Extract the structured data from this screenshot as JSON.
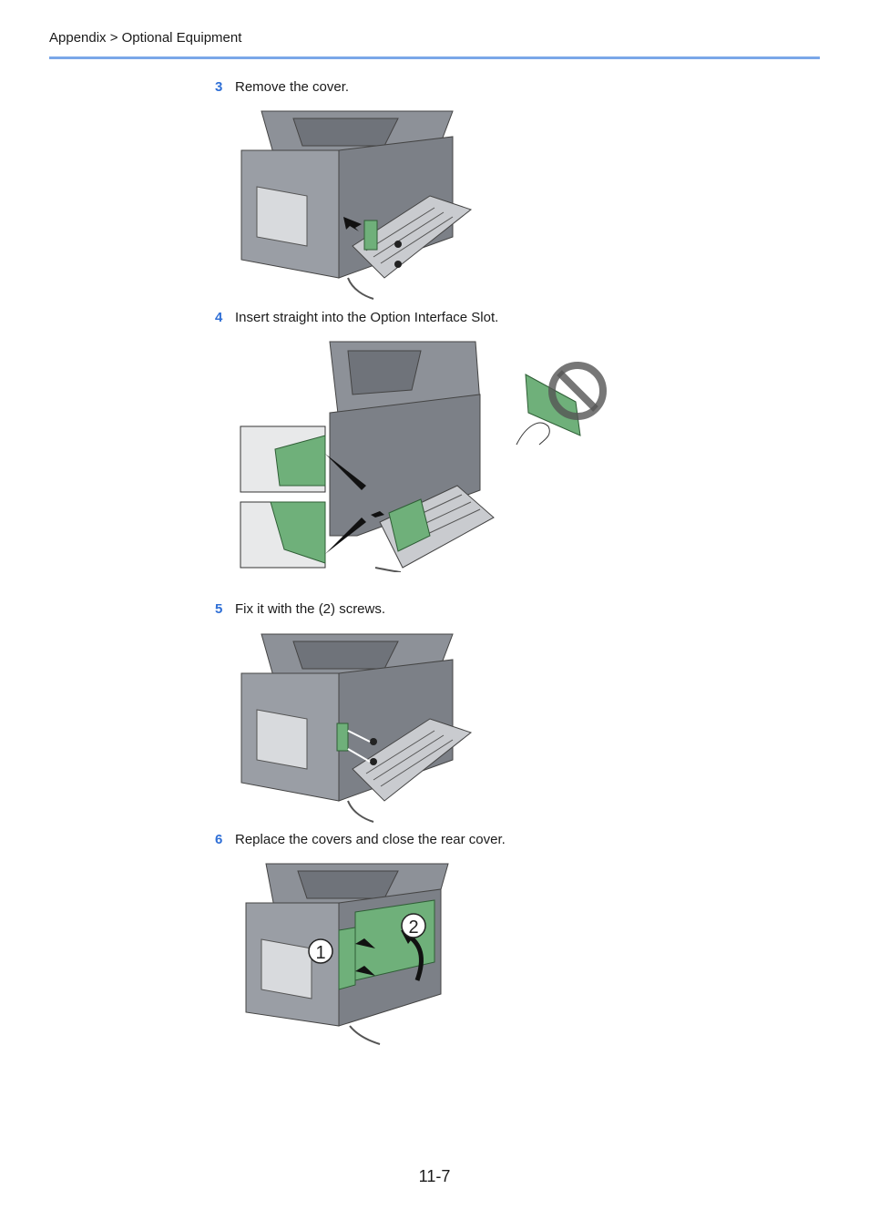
{
  "header": {
    "breadcrumb": "Appendix > Optional Equipment"
  },
  "steps": [
    {
      "number": "3",
      "text": "Remove the cover."
    },
    {
      "number": "4",
      "text": "Insert straight into the Option Interface Slot."
    },
    {
      "number": "5",
      "text": "Fix it with the (2) screws."
    },
    {
      "number": "6",
      "text": "Replace the covers and close the rear cover."
    }
  ],
  "figure4": {
    "callouts": [
      "1",
      "2"
    ]
  },
  "footer": {
    "page_number": "11-7"
  },
  "colors": {
    "accent": "#2f6fd6",
    "rule": "#7aa7e8",
    "board_green": "#6fb07a",
    "printer_gray": "#7c8087"
  }
}
